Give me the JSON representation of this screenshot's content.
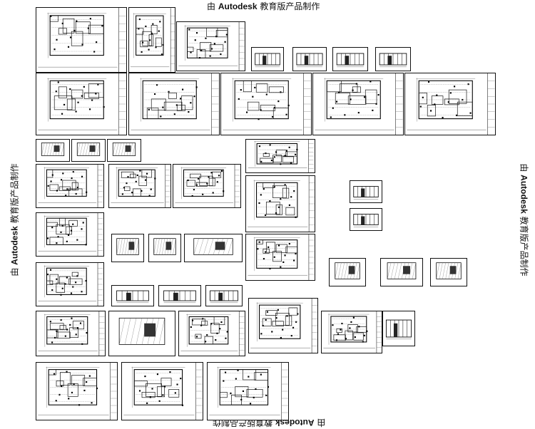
{
  "watermark": {
    "brand": "Autodesk",
    "prefix": "由",
    "suffix": "教育版产品制作"
  }
}
